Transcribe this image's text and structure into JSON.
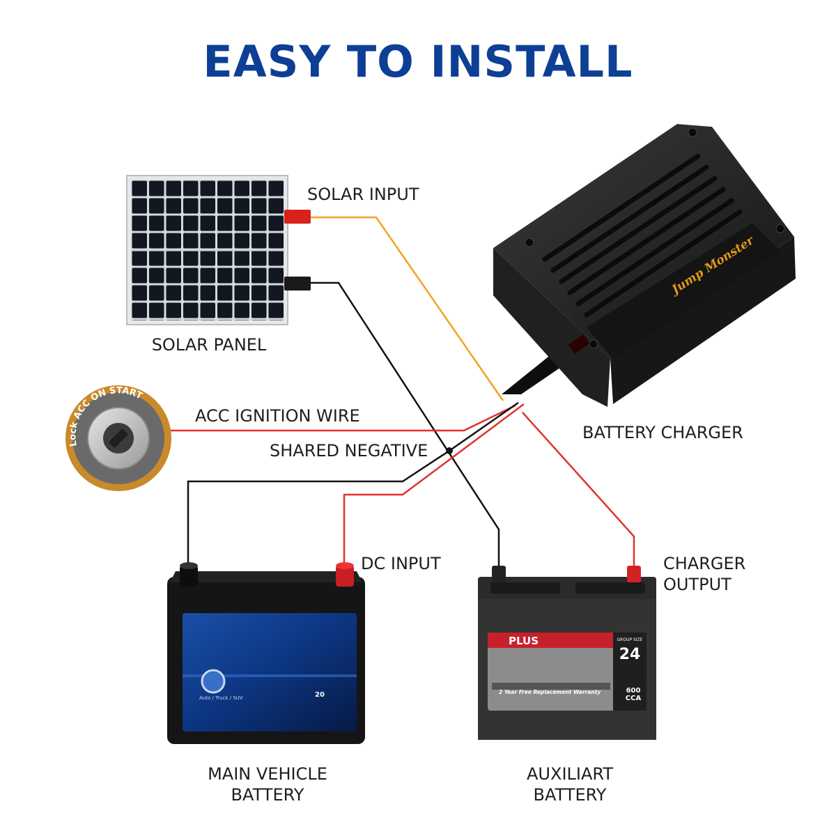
{
  "title": "EASY TO INSTALL",
  "labels": {
    "solar_input": "SOLAR INPUT",
    "solar_panel": "SOLAR PANEL",
    "acc_ignition_wire": "ACC IGNITION WIRE",
    "shared_negative": "SHARED NEGATIVE",
    "battery_charger": "BATTERY CHARGER",
    "dc_input": "DC INPUT",
    "charger_output_line1": "CHARGER",
    "charger_output_line2": "OUTPUT",
    "main_battery_line1": "MAIN VEHICLE",
    "main_battery_line2": "BATTERY",
    "aux_battery_line1": "AUXILIART",
    "aux_battery_line2": "BATTERY"
  },
  "charger": {
    "brand": "Jump Monster"
  },
  "ignition": {
    "ring_text": "Lock ACC ON START"
  },
  "main_battery": {
    "category_text": "Auto / Truck / SUV",
    "number_badge": "20"
  },
  "aux_battery": {
    "brand": "PLUS",
    "group_size_label": "GROUP SIZE",
    "group_size": "24",
    "warranty": "2 Year Free Replacement Warranty",
    "cca_value": "600",
    "cca_unit": "CCA"
  },
  "colors": {
    "title_blue": "#0d3f94",
    "wire_red": "#e0312f",
    "wire_black": "#111111",
    "wire_orange": "#f2a224",
    "ignition_ring": "#c98a2b",
    "charger_brand": "#e39a16",
    "aux_label_red": "#c8202b"
  }
}
